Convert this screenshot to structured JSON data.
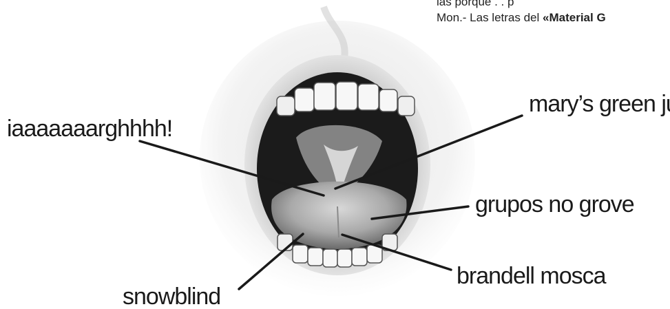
{
  "clipped_text": {
    "line1": "las porque . . p",
    "line2_prefix": "Mon.- Las letras del ",
    "line2_bold": "«Material G"
  },
  "labels": {
    "iaaaa": "iaaaaaaarghhhh!",
    "marys": "mary’s green jungle",
    "grupos": "grupos no grove",
    "brandell": "brandell mosca",
    "snowblind": "snowblind"
  },
  "colors": {
    "ink": "#1a1a1a",
    "lip": "#d9d9d9",
    "mouth_dark": "#1b1b1b",
    "tongue": "#bdbdbd",
    "teeth": "#f7f7f7"
  }
}
